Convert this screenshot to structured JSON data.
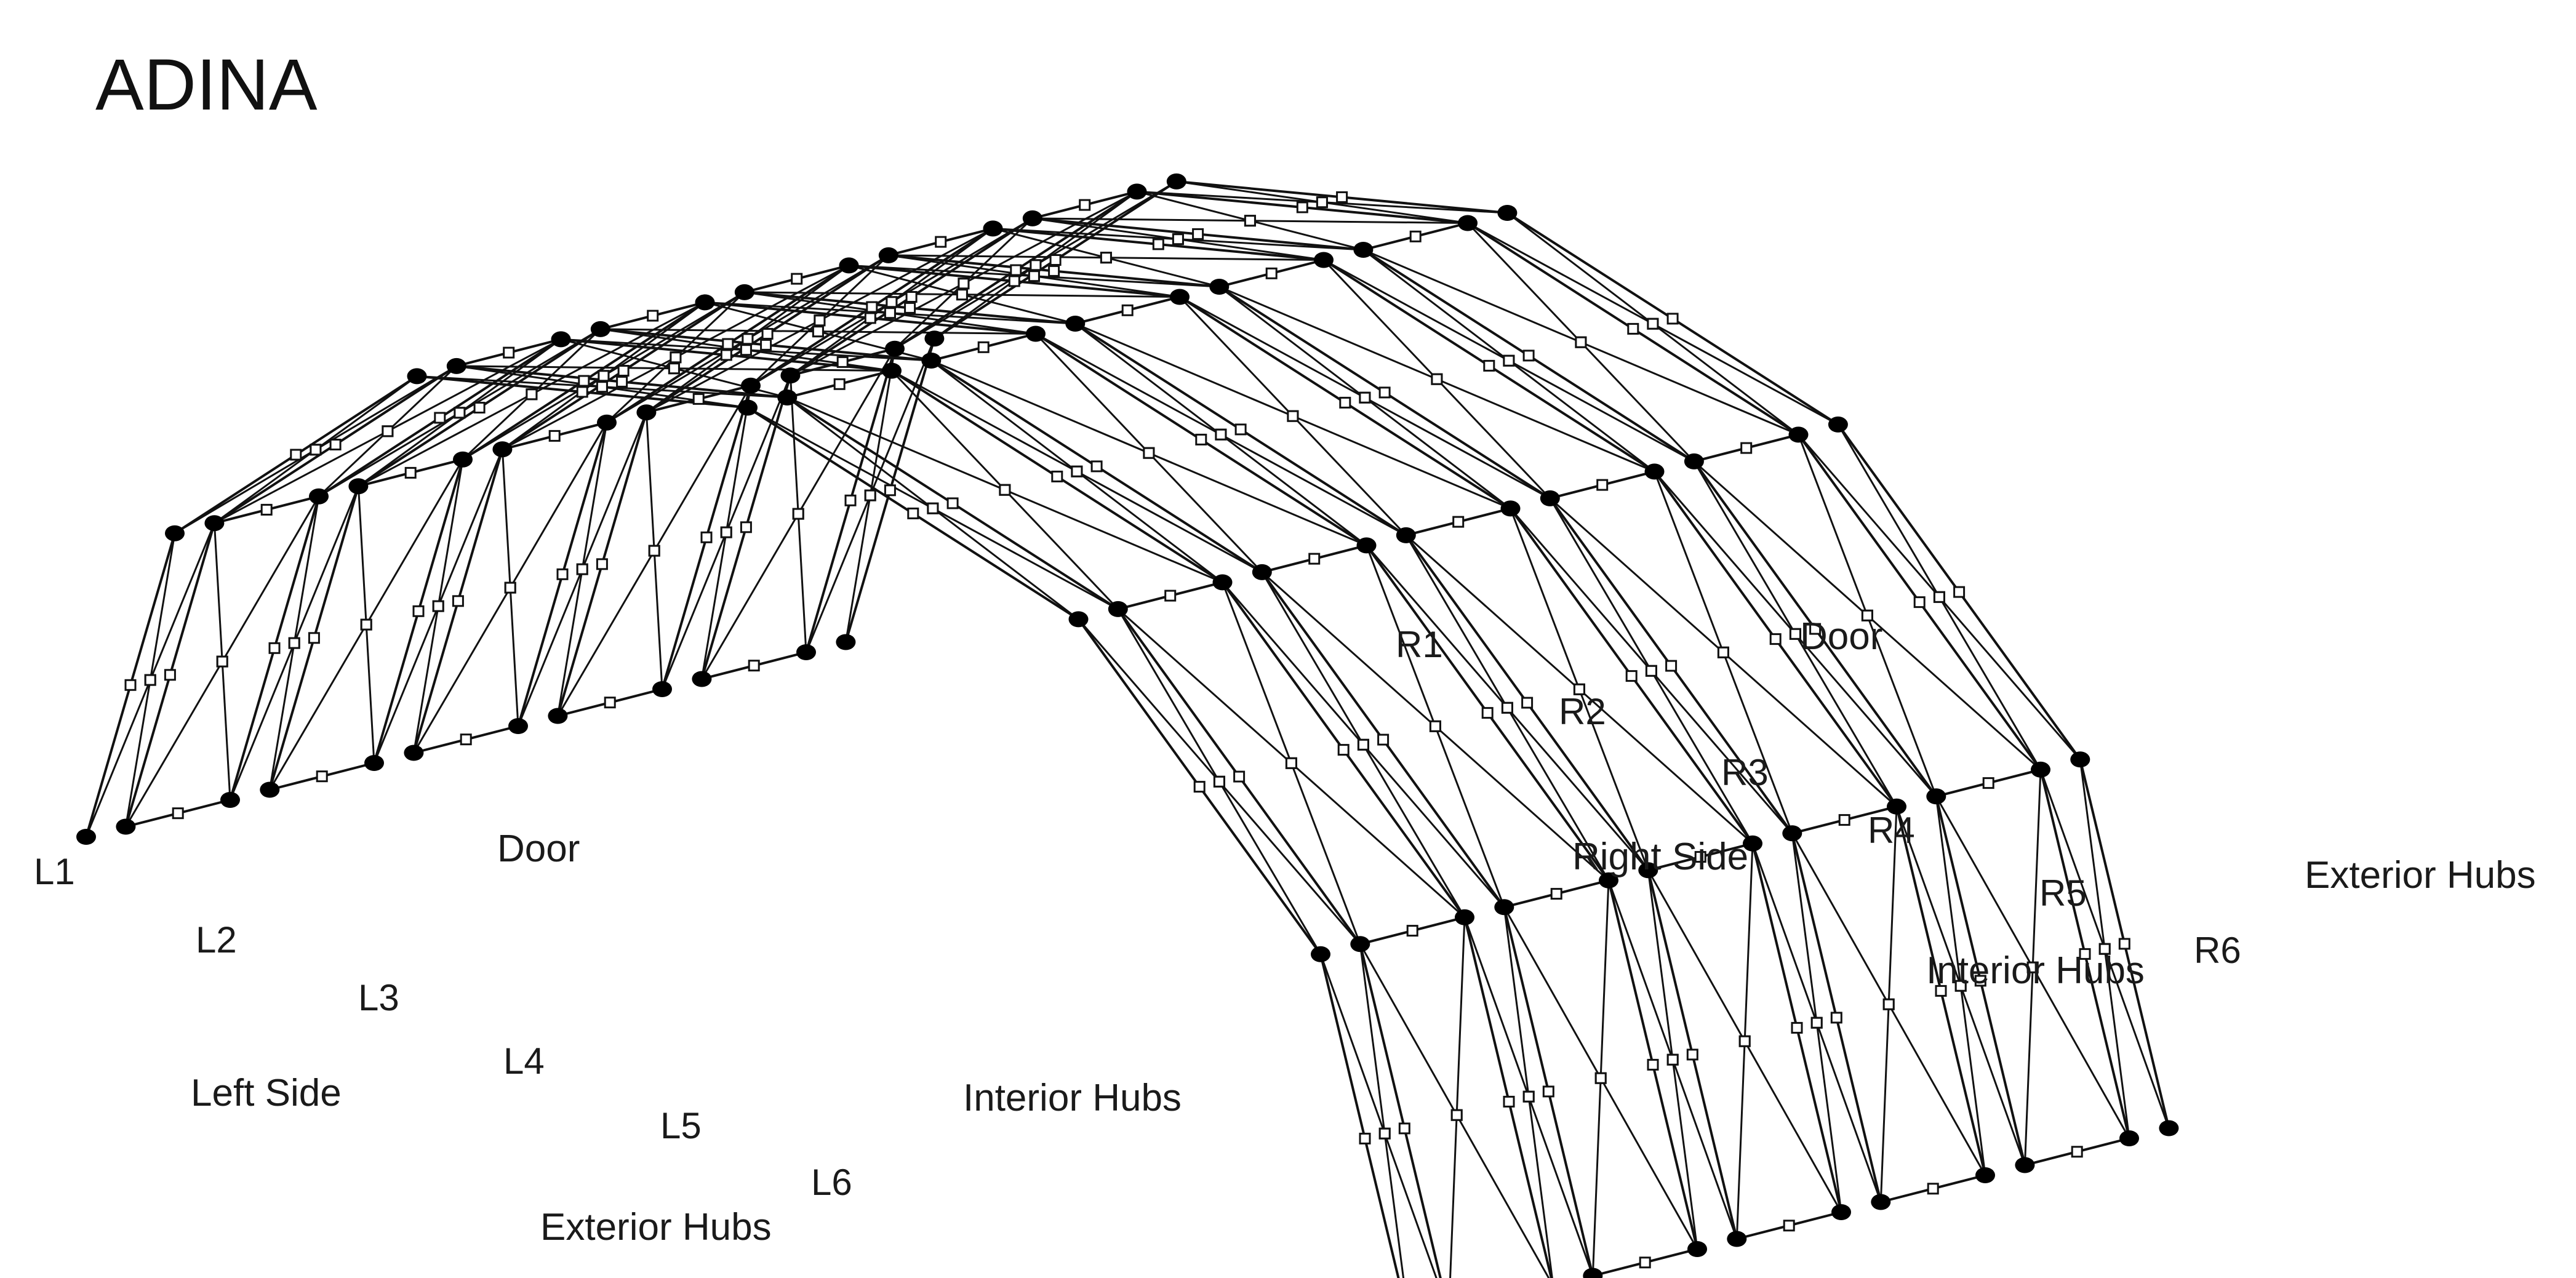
{
  "title": "ADINA",
  "labels": {
    "L1": "L1",
    "L2": "L2",
    "L3": "L3",
    "L4": "L4",
    "L5": "L5",
    "L6": "L6",
    "R1": "R1",
    "R2": "R2",
    "R3": "R3",
    "R4": "R4",
    "R5": "R5",
    "R6": "R6",
    "door_left": "Door",
    "door_right": "Door",
    "left_side": "Left Side",
    "right_side": "Right Side",
    "exterior_hubs_left": "Exterior Hubs",
    "interior_hubs_left": "Interior Hubs",
    "exterior_hubs_right": "Exterior Hubs",
    "interior_hubs_right": "Interior Hubs"
  },
  "colors": {
    "strut": "#111111",
    "hub": "#000000",
    "text": "#1a1a1a"
  }
}
